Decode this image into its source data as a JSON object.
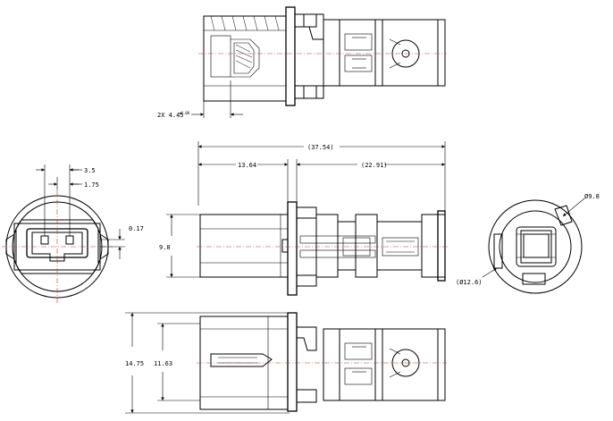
{
  "dimensions": {
    "top_gap": "2X 4.45",
    "top_gap_suffix": "+0.00",
    "overall_length": "(37.54)",
    "front_length": "13.64",
    "rear_length": "(22.91)",
    "pin_spacing": "3.5",
    "pin_offset": "1.75",
    "pin_offset_v": "0.17",
    "side_height": "9.8",
    "rear_inner_dia": "Ø9.8",
    "rear_outer_dia": "(Ø12.6)",
    "bottom_outer_height": "14.75",
    "bottom_inner_height": "11.63"
  },
  "colors": {
    "line": "#000000",
    "centerline": "#c0392b",
    "background": "#ffffff"
  }
}
